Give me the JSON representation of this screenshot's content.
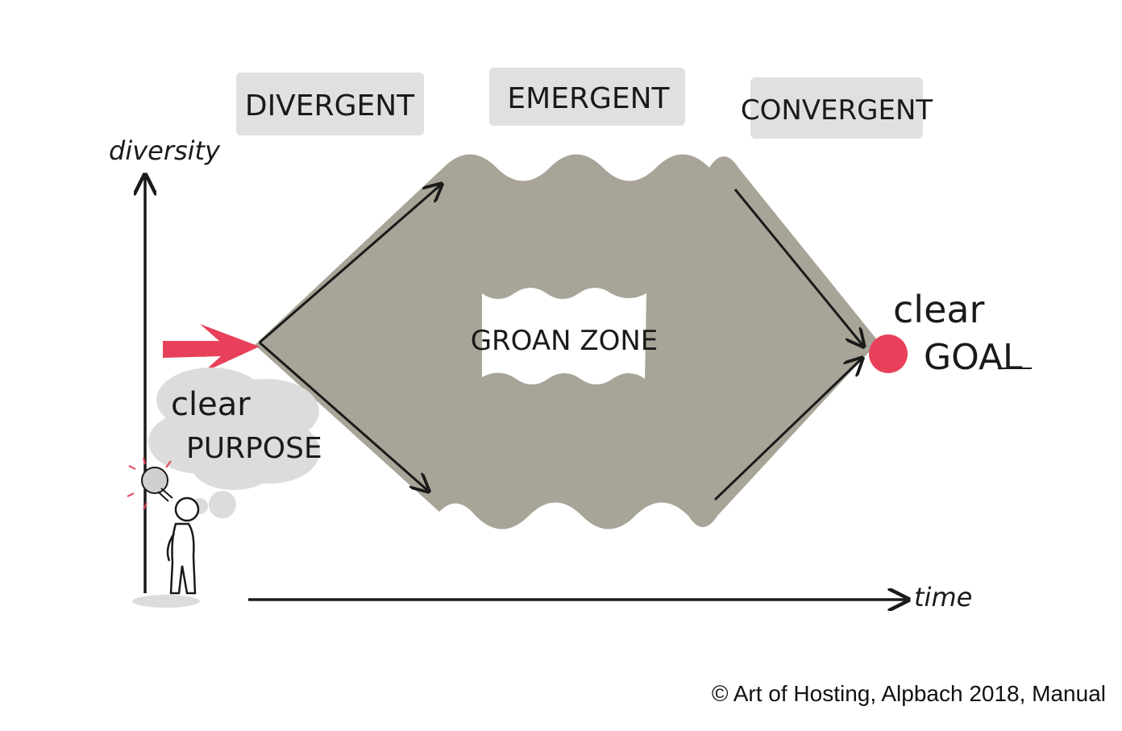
{
  "phases": [
    "DIVERGENT",
    "EMERGENT",
    "CONVERGENT"
  ],
  "axes": {
    "y_label": "diversity",
    "x_label": "time"
  },
  "zone_label": "GROAN ZONE",
  "start": {
    "line1": "clear",
    "line2": "PURPOSE"
  },
  "end": {
    "line1": "clear",
    "line2": "GOAL"
  },
  "credit": "© Art of Hosting, Alpbach 2018, Manual",
  "colors": {
    "zone": "#a8a498",
    "tag": "#e0e0e0",
    "accent": "#e8405a",
    "cloud": "#dcdcdc",
    "ink": "#1a1a1a"
  }
}
